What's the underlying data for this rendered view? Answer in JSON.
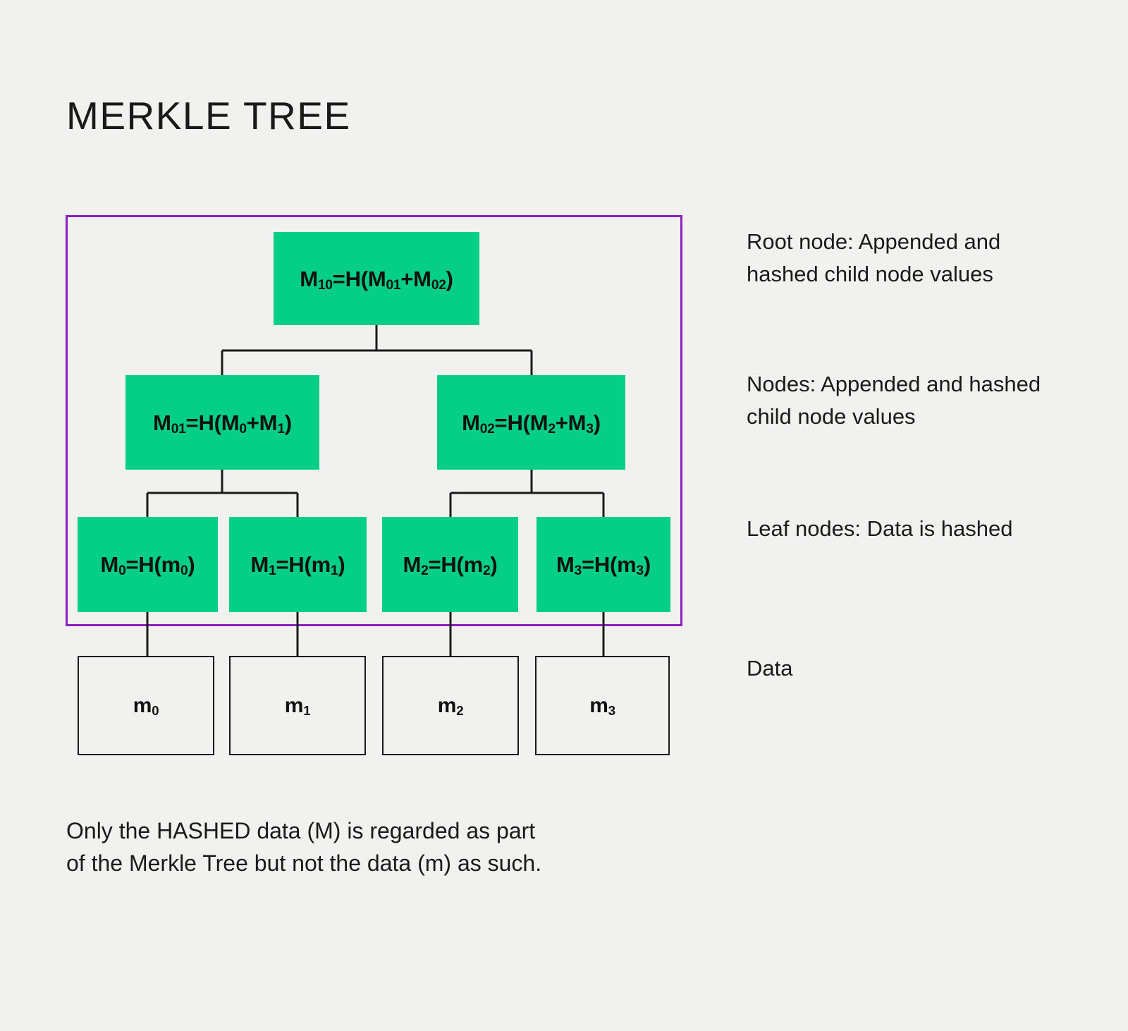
{
  "page": {
    "title": "MERKLE TREE",
    "background_color": "#F1F1EF",
    "node_color": "#05CE87",
    "boundary_color": "#8B1FBF",
    "text_color": "#1A1A1A"
  },
  "diagram": {
    "type": "tree",
    "root": {
      "id": "root",
      "label_prefix": "M",
      "label_sub": "10",
      "label_body": "=H(M",
      "label_sub2": "01",
      "label_mid": "+M",
      "label_sub3": "02",
      "label_suffix": ")",
      "full_text": "M10=H(M01+M02)"
    },
    "nodes": [
      {
        "id": "n01",
        "full_text": "M01=H(M0+M1)",
        "parts": {
          "p1": "M",
          "s1": "01",
          "p2": "=H(M",
          "s2": "0",
          "p3": "+M",
          "s3": "1",
          "p4": ")"
        }
      },
      {
        "id": "n02",
        "full_text": "M02=H(M2+M3)",
        "parts": {
          "p1": "M",
          "s1": "02",
          "p2": "=H(M",
          "s2": "2",
          "p3": "+M",
          "s3": "3",
          "p4": ")"
        }
      }
    ],
    "leaves": [
      {
        "id": "leaf0",
        "full_text": "M0=H(m0)",
        "parts": {
          "p1": "M",
          "s1": "0",
          "p2": "=H(m",
          "s2": "0",
          "p3": ")"
        }
      },
      {
        "id": "leaf1",
        "full_text": "M1=H(m1)",
        "parts": {
          "p1": "M",
          "s1": "1",
          "p2": "=H(m",
          "s2": "1",
          "p3": ")"
        }
      },
      {
        "id": "leaf2",
        "full_text": "M2=H(m2)",
        "parts": {
          "p1": "M",
          "s1": "2",
          "p2": "=H(m",
          "s2": "2",
          "p3": ")"
        }
      },
      {
        "id": "leaf3",
        "full_text": "M3=H(m3)",
        "parts": {
          "p1": "M",
          "s1": "3",
          "p2": "=H(m",
          "s2": "3",
          "p3": ")"
        }
      }
    ],
    "data_blocks": [
      {
        "id": "data0",
        "full_text": "m0",
        "parts": {
          "p1": "m",
          "s1": "0"
        }
      },
      {
        "id": "data1",
        "full_text": "m1",
        "parts": {
          "p1": "m",
          "s1": "1"
        }
      },
      {
        "id": "data2",
        "full_text": "m2",
        "parts": {
          "p1": "m",
          "s1": "2"
        }
      },
      {
        "id": "data3",
        "full_text": "m3",
        "parts": {
          "p1": "m",
          "s1": "3"
        }
      }
    ]
  },
  "annotations": {
    "root": "Root node: Appended and hashed child node values",
    "nodes": "Nodes: Appended and hashed child node values",
    "leaves": "Leaf nodes: Data is hashed",
    "data": "Data"
  },
  "footnote": {
    "line1": "Only the HASHED data (M) is regarded as part",
    "line2": "of the Merkle Tree but not the data (m) as such."
  }
}
